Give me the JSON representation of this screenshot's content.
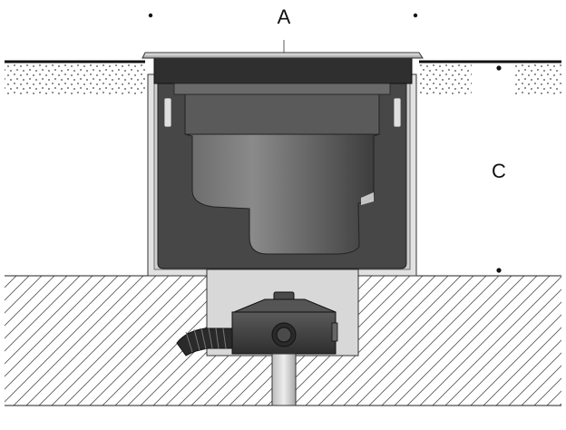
{
  "labels": {
    "a": "A",
    "c": "C"
  },
  "colors": {
    "background": "#ffffff",
    "outline": "#1a1a1a",
    "housing": "#3f3f3f",
    "housing_dark": "#2c2c2c",
    "inner_sleeve": "#dcdcdc",
    "ground_line": "#111111",
    "junction_box": "#3c3c3c",
    "hatch": "#555555"
  },
  "icons": {
    "gravel_layer": "dotted-gravel-pattern",
    "soil_layer": "diagonal-hatch-pattern",
    "conduit": "corrugated-conduit-icon"
  }
}
